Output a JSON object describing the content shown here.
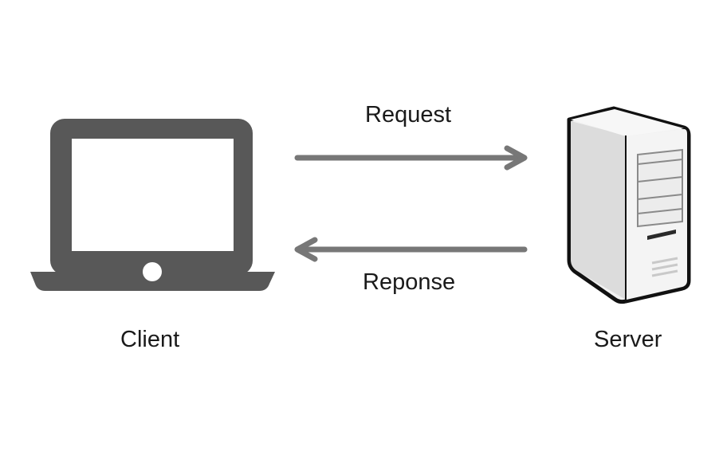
{
  "diagram": {
    "nodes": {
      "client": {
        "label": "Client",
        "icon": "laptop-icon"
      },
      "server": {
        "label": "Server",
        "icon": "server-tower-icon"
      }
    },
    "edges": {
      "request": {
        "label": "Request",
        "from": "client",
        "to": "server"
      },
      "response": {
        "label": "Reponse",
        "from": "server",
        "to": "client"
      }
    }
  },
  "colors": {
    "laptop": "#585858",
    "arrow": "#777777",
    "server_fill": "#f1f1f1",
    "server_outline": "#111111",
    "text": "#1a1a1a"
  }
}
